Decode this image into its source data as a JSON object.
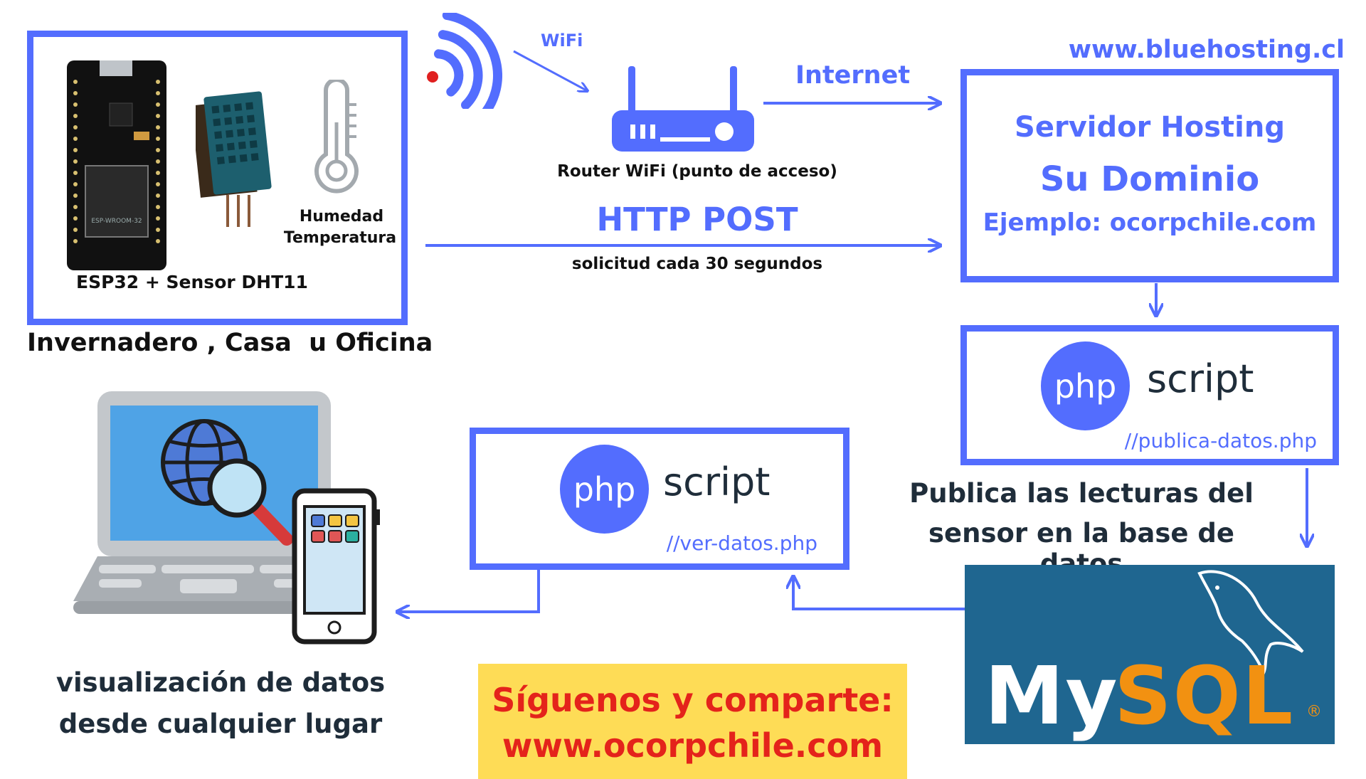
{
  "device_box": {
    "caption": "ESP32 + Sensor DHT11",
    "sensor_labels": [
      "Humedad",
      "Temperatura"
    ],
    "board_text": "ESP-WROOM-32"
  },
  "location_label": "Invernadero , Casa  u Oficina",
  "wifi_label": "WiFi",
  "router_label": "Router WiFi (punto de acceso)",
  "internet_label": "Internet",
  "http": {
    "title": "HTTP POST",
    "subtitle": "solicitud cada 30 segundos"
  },
  "hosting": {
    "url": "www.bluehosting.cl",
    "title": "Servidor Hosting",
    "domain": "Su Dominio",
    "example": "Ejemplo: ocorpchile.com"
  },
  "script_publica": {
    "badge": "php",
    "label": "script",
    "file": "//publica-datos.php"
  },
  "publish_caption": [
    "Publica las lecturas del",
    "sensor en la base de datos"
  ],
  "script_ver": {
    "badge": "php",
    "label": "script",
    "file": "//ver-datos.php"
  },
  "database": {
    "logo_my": "My",
    "logo_sql": "SQL",
    "registered": "®"
  },
  "visualization_caption": [
    "visualización de datos",
    "desde cualquier lugar"
  ],
  "promo": {
    "line1": "Síguenos y comparte:",
    "line2": "www.ocorpchile.com"
  },
  "colors": {
    "accent": "#536dfe",
    "mysql_bg": "#1f6690",
    "mysql_orange": "#f29111",
    "promo_bg": "#fedc56",
    "promo_text": "#e4231b"
  }
}
